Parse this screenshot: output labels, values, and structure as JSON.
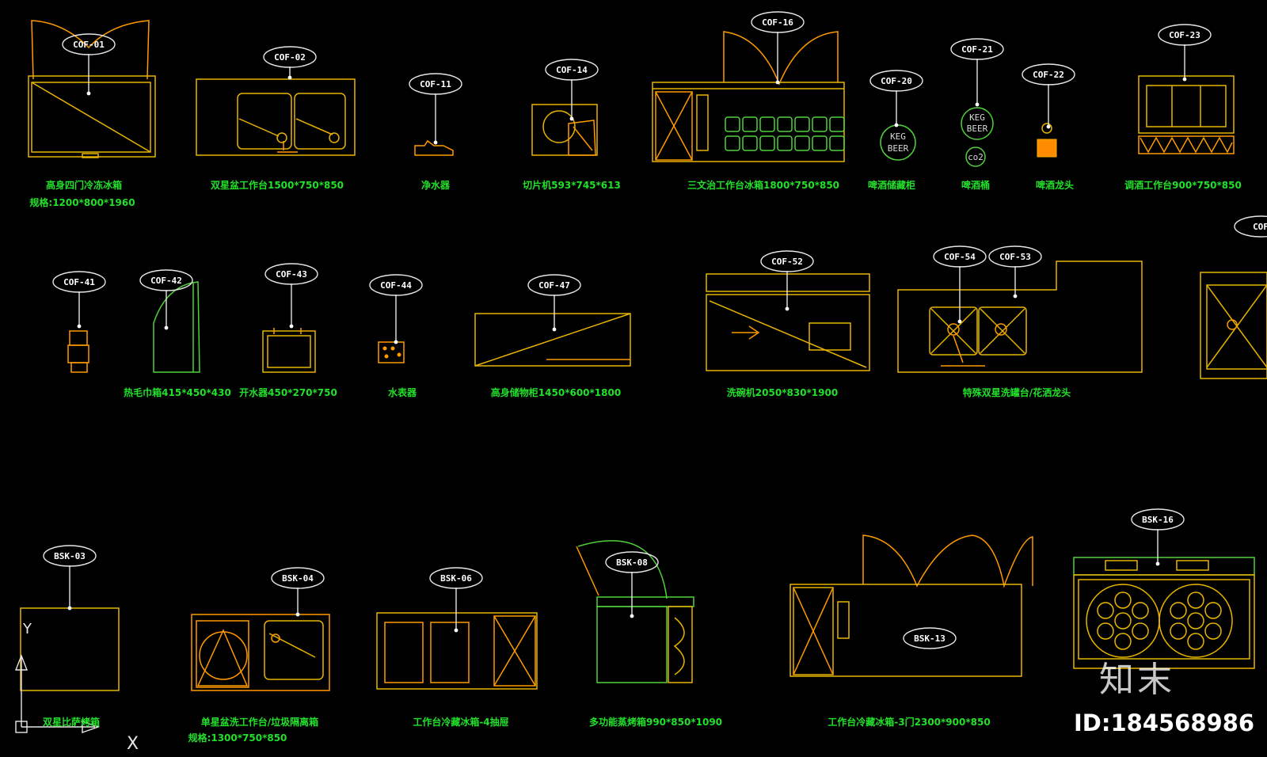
{
  "colors": {
    "background": "#000000",
    "outline": "#e8b400",
    "accent": "#ff9a00",
    "caption": "#22e02a",
    "tag": "#ffffff"
  },
  "watermark": {
    "brand": "知末",
    "id": "ID:184568986"
  },
  "axis": {
    "y": "Y",
    "x": "X"
  },
  "tags": [
    "COF-01",
    "COF-02",
    "COF-11",
    "COF-14",
    "COF-16",
    "COF-20",
    "COF-21",
    "COF-22",
    "COF-23",
    "COF-41",
    "COF-42",
    "COF-43",
    "COF-44",
    "COF-47",
    "COF-52",
    "COF-54",
    "COF-53",
    "BSK-03",
    "BSK-04",
    "BSK-06",
    "BSK-08",
    "BSK-13",
    "BSK-16",
    "COF"
  ],
  "captions": [
    "高身四门冷冻冰箱",
    "规格:1200*800*1960",
    "双星盆工作台1500*750*850",
    "净水器",
    "切片机593*745*613",
    "三文治工作台冰箱1800*750*850",
    "啤酒储藏柜",
    "啤酒桶",
    "啤酒龙头",
    "调酒工作台900*750*850",
    "热毛巾箱415*450*430",
    "开水器450*270*750",
    "水表器",
    "高身储物柜1450*600*1800",
    "洗碗机2050*830*1900",
    "特殊双星洗罐台/花洒龙头",
    "双星比萨烤箱",
    "单星盆洗工作台/垃圾隔离箱",
    "规格:1300*750*850",
    "工作台冷藏冰箱-4抽屉",
    "多功能蒸烤箱990*850*1090",
    "工作台冷藏冰箱-3门2300*900*850"
  ],
  "labels": {
    "keg1": "KEG",
    "keg2": "BEER",
    "co2": "co2"
  }
}
